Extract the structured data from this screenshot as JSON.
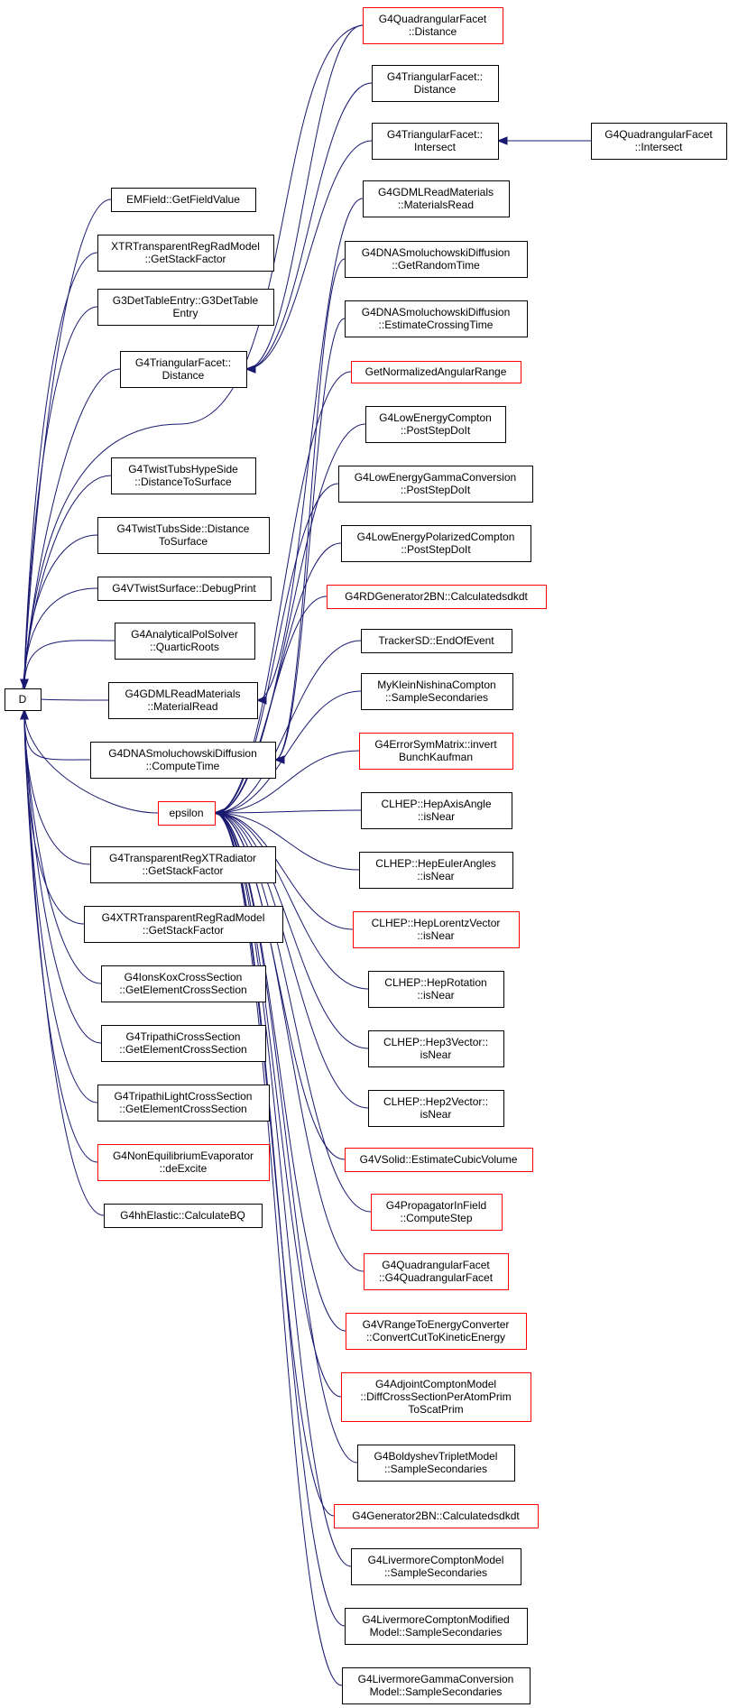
{
  "root": {
    "label": "D"
  },
  "callers": [
    {
      "id": "emfield",
      "lines": [
        "EMField::GetFieldValue"
      ],
      "red": false
    },
    {
      "id": "xtrtrans1",
      "lines": [
        "XTRTransparentRegRadModel",
        "::GetStackFactor"
      ],
      "red": false
    },
    {
      "id": "g3det",
      "lines": [
        "G3DetTableEntry::G3DetTable",
        "Entry"
      ],
      "red": false
    },
    {
      "id": "g4tri_dist",
      "lines": [
        "G4TriangularFacet::",
        "Distance"
      ],
      "red": false
    },
    {
      "id": "twisthype",
      "lines": [
        "G4TwistTubsHypeSide",
        "::DistanceToSurface"
      ],
      "red": false
    },
    {
      "id": "twistside",
      "lines": [
        "G4TwistTubsSide::Distance",
        "ToSurface"
      ],
      "red": false
    },
    {
      "id": "vtwist",
      "lines": [
        "G4VTwistSurface::DebugPrint"
      ],
      "red": false
    },
    {
      "id": "analytical",
      "lines": [
        "G4AnalyticalPolSolver",
        "::QuarticRoots"
      ],
      "red": false
    },
    {
      "id": "gdmlmat",
      "lines": [
        "G4GDMLReadMaterials",
        "::MaterialRead"
      ],
      "red": false
    },
    {
      "id": "dnacompute",
      "lines": [
        "G4DNASmoluchowskiDiffusion",
        "::ComputeTime"
      ],
      "red": false
    },
    {
      "id": "epsilon",
      "lines": [
        "epsilon"
      ],
      "red": true
    },
    {
      "id": "transreg",
      "lines": [
        "G4TransparentRegXTRadiator",
        "::GetStackFactor"
      ],
      "red": false
    },
    {
      "id": "xtrtrans2",
      "lines": [
        "G4XTRTransparentRegRadModel",
        "::GetStackFactor"
      ],
      "red": false
    },
    {
      "id": "ionskox",
      "lines": [
        "G4IonsKoxCrossSection",
        "::GetElementCrossSection"
      ],
      "red": false
    },
    {
      "id": "tripathi",
      "lines": [
        "G4TripathiCrossSection",
        "::GetElementCrossSection"
      ],
      "red": false
    },
    {
      "id": "tripathilight",
      "lines": [
        "G4TripathiLightCrossSection",
        "::GetElementCrossSection"
      ],
      "red": false
    },
    {
      "id": "noneq",
      "lines": [
        "G4NonEquilibriumEvaporator",
        "::deExcite"
      ],
      "red": true
    },
    {
      "id": "hhelastic",
      "lines": [
        "G4hhElastic::CalculateBQ"
      ],
      "red": false
    }
  ],
  "upper_callers": [
    {
      "id": "quad_dist",
      "lines": [
        "G4QuadrangularFacet",
        "::Distance"
      ],
      "red": true
    },
    {
      "id": "tri_dist2",
      "lines": [
        "G4TriangularFacet::",
        "Distance"
      ],
      "red": false
    },
    {
      "id": "tri_inter",
      "lines": [
        "G4TriangularFacet::",
        "Intersect"
      ],
      "red": false
    },
    {
      "id": "quad_inter",
      "lines": [
        "G4QuadrangularFacet",
        "::Intersect"
      ],
      "red": false
    },
    {
      "id": "gdml_matsread",
      "lines": [
        "G4GDMLReadMaterials",
        "::MaterialsRead"
      ],
      "red": false
    },
    {
      "id": "dna_random",
      "lines": [
        "G4DNASmoluchowskiDiffusion",
        "::GetRandomTime"
      ],
      "red": false
    },
    {
      "id": "dna_estimate",
      "lines": [
        "G4DNASmoluchowskiDiffusion",
        "::EstimateCrossingTime"
      ],
      "red": false
    }
  ],
  "epsilon_callers": [
    {
      "id": "normang",
      "lines": [
        "GetNormalizedAngularRange"
      ],
      "red": true
    },
    {
      "id": "lowcompton",
      "lines": [
        "G4LowEnergyCompton",
        "::PostStepDoIt"
      ],
      "red": false
    },
    {
      "id": "lowgamma",
      "lines": [
        "G4LowEnergyGammaConversion",
        "::PostStepDoIt"
      ],
      "red": false
    },
    {
      "id": "lowpol",
      "lines": [
        "G4LowEnergyPolarizedCompton",
        "::PostStepDoIt"
      ],
      "red": false
    },
    {
      "id": "rdgen",
      "lines": [
        "G4RDGenerator2BN::Calculatedsdkdt"
      ],
      "red": true
    },
    {
      "id": "tracker",
      "lines": [
        "TrackerSD::EndOfEvent"
      ],
      "red": false
    },
    {
      "id": "myklein",
      "lines": [
        "MyKleinNishinaCompton",
        "::SampleSecondaries"
      ],
      "red": false
    },
    {
      "id": "errsym",
      "lines": [
        "G4ErrorSymMatrix::invert",
        "BunchKaufman"
      ],
      "red": true
    },
    {
      "id": "axisangle",
      "lines": [
        "CLHEP::HepAxisAngle",
        "::isNear"
      ],
      "red": false
    },
    {
      "id": "euler",
      "lines": [
        "CLHEP::HepEulerAngles",
        "::isNear"
      ],
      "red": false
    },
    {
      "id": "lorentz",
      "lines": [
        "CLHEP::HepLorentzVector",
        "::isNear"
      ],
      "red": true
    },
    {
      "id": "rotation",
      "lines": [
        "CLHEP::HepRotation",
        "::isNear"
      ],
      "red": false
    },
    {
      "id": "hep3",
      "lines": [
        "CLHEP::Hep3Vector::",
        "isNear"
      ],
      "red": false
    },
    {
      "id": "hep2",
      "lines": [
        "CLHEP::Hep2Vector::",
        "isNear"
      ],
      "red": false
    },
    {
      "id": "vsolid",
      "lines": [
        "G4VSolid::EstimateCubicVolume"
      ],
      "red": true
    },
    {
      "id": "propagator",
      "lines": [
        "G4PropagatorInField",
        "::ComputeStep"
      ],
      "red": true
    },
    {
      "id": "quadfacet",
      "lines": [
        "G4QuadrangularFacet",
        "::G4QuadrangularFacet"
      ],
      "red": true
    },
    {
      "id": "vrange",
      "lines": [
        "G4VRangeToEnergyConverter",
        "::ConvertCutToKineticEnergy"
      ],
      "red": true
    },
    {
      "id": "adjoint",
      "lines": [
        "G4AdjointComptonModel",
        "::DiffCrossSectionPerAtomPrim",
        "ToScatPrim"
      ],
      "red": true
    },
    {
      "id": "boldyshev",
      "lines": [
        "G4BoldyshevTripletModel",
        "::SampleSecondaries"
      ],
      "red": false
    },
    {
      "id": "gen2bn",
      "lines": [
        "G4Generator2BN::Calculatedsdkdt"
      ],
      "red": true
    },
    {
      "id": "livcompton",
      "lines": [
        "G4LivermoreComptonModel",
        "::SampleSecondaries"
      ],
      "red": false
    },
    {
      "id": "livmod",
      "lines": [
        "G4LivermoreComptonModified",
        "Model::SampleSecondaries"
      ],
      "red": false
    },
    {
      "id": "livgamma",
      "lines": [
        "G4LivermoreGammaConversion",
        "Model::SampleSecondaries"
      ],
      "red": false
    }
  ],
  "colors": {
    "edge": "#191970",
    "red_border": "#ff0000",
    "black_border": "#000000",
    "root_fill": "#bfbfbf"
  }
}
